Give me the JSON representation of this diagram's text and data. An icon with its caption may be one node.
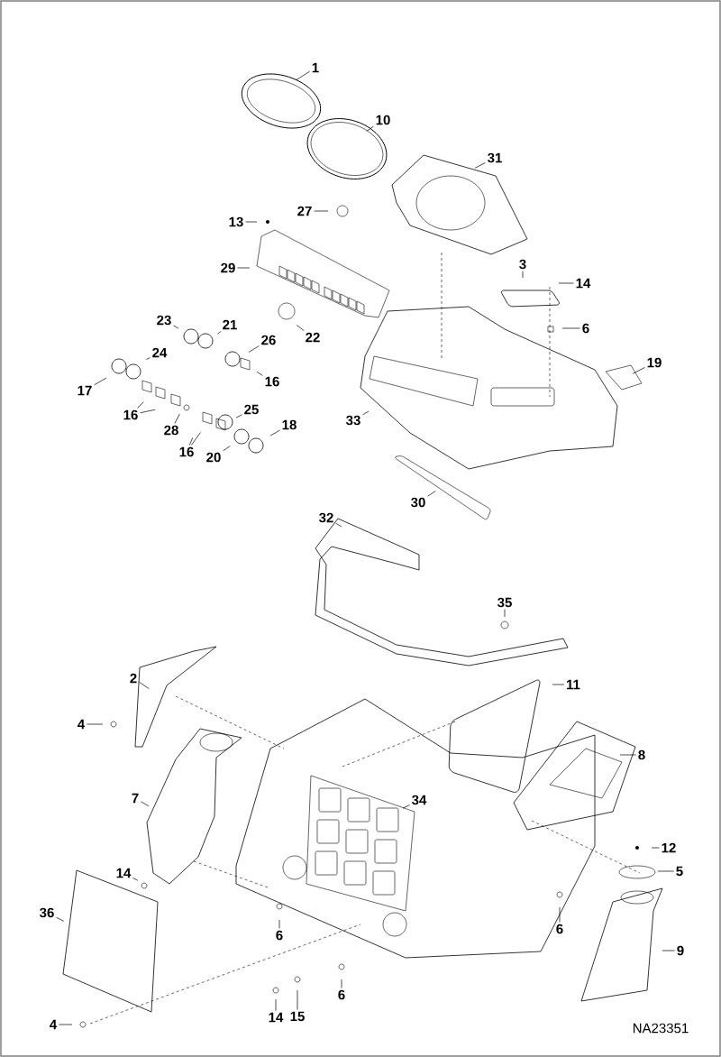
{
  "diagram": {
    "nodes": [
      {
        "text": [
          "1"
        ]
      },
      {
        "text": [
          "10"
        ]
      },
      {
        "text": [
          "31"
        ]
      },
      {
        "text": [
          "27"
        ]
      },
      {
        "text": [
          "13"
        ]
      },
      {
        "text": [
          "29"
        ]
      },
      {
        "text": [
          "3"
        ]
      },
      {
        "text": [
          "14"
        ]
      },
      {
        "text": [
          "6"
        ]
      },
      {
        "text": [
          "23"
        ]
      },
      {
        "text": [
          "21"
        ]
      },
      {
        "text": [
          "22"
        ]
      },
      {
        "text": [
          "26"
        ]
      },
      {
        "text": [
          "19"
        ]
      },
      {
        "text": [
          "24"
        ]
      },
      {
        "text": [
          "16"
        ]
      },
      {
        "text": [
          "17"
        ]
      },
      {
        "text": [
          "25"
        ]
      },
      {
        "text": [
          "16"
        ]
      },
      {
        "text": [
          "28"
        ]
      },
      {
        "text": [
          "33"
        ]
      },
      {
        "text": [
          "18"
        ]
      },
      {
        "text": [
          "16"
        ]
      },
      {
        "text": [
          "20"
        ]
      },
      {
        "text": [
          "30"
        ]
      },
      {
        "text": [
          "32"
        ]
      },
      {
        "text": [
          "35"
        ]
      },
      {
        "text": [
          "2"
        ]
      },
      {
        "text": [
          "11"
        ]
      },
      {
        "text": [
          "4"
        ]
      },
      {
        "text": [
          "8"
        ]
      },
      {
        "text": [
          "7"
        ]
      },
      {
        "text": [
          "34"
        ]
      },
      {
        "text": [
          "12"
        ]
      },
      {
        "text": [
          "14"
        ]
      },
      {
        "text": [
          "5"
        ]
      },
      {
        "text": [
          "36"
        ]
      },
      {
        "text": [
          "6"
        ]
      },
      {
        "text": [
          "6"
        ]
      },
      {
        "text": [
          "9"
        ]
      },
      {
        "text": [
          "6"
        ]
      },
      {
        "text": [
          "15"
        ]
      },
      {
        "text": [
          "14"
        ]
      },
      {
        "text": [
          "4"
        ]
      }
    ],
    "edges": [
      {
        "from": 0,
        "to": null,
        "arrow": "none"
      },
      {
        "from": 1,
        "to": null,
        "arrow": "none"
      },
      {
        "from": 2,
        "to": null,
        "arrow": "none"
      },
      {
        "from": 3,
        "to": null,
        "arrow": "none"
      },
      {
        "from": 4,
        "to": null,
        "arrow": "none"
      },
      {
        "from": 5,
        "to": null,
        "arrow": "none"
      },
      {
        "from": 6,
        "to": null,
        "arrow": "none"
      },
      {
        "from": 7,
        "to": null,
        "arrow": "none"
      },
      {
        "from": 8,
        "to": null,
        "arrow": "none"
      },
      {
        "from": 9,
        "to": null,
        "arrow": "none"
      },
      {
        "from": 10,
        "to": null,
        "arrow": "none"
      },
      {
        "from": 11,
        "to": null,
        "arrow": "none"
      },
      {
        "from": 12,
        "to": null,
        "arrow": "none"
      },
      {
        "from": 13,
        "to": null,
        "arrow": "none"
      },
      {
        "from": 14,
        "to": null,
        "arrow": "none"
      },
      {
        "from": 15,
        "to": null,
        "arrow": "none"
      },
      {
        "from": 16,
        "to": null,
        "arrow": "none"
      },
      {
        "from": 17,
        "to": null,
        "arrow": "none"
      },
      {
        "from": 18,
        "to": null,
        "arrow": "none"
      },
      {
        "from": 18,
        "to": null,
        "arrow": "none"
      },
      {
        "from": 19,
        "to": null,
        "arrow": "none"
      },
      {
        "from": 20,
        "to": null,
        "arrow": "none"
      },
      {
        "from": 21,
        "to": null,
        "arrow": "none"
      },
      {
        "from": 22,
        "to": null,
        "arrow": "none"
      },
      {
        "from": 22,
        "to": null,
        "arrow": "none"
      },
      {
        "from": 23,
        "to": null,
        "arrow": "none"
      },
      {
        "from": 24,
        "to": null,
        "arrow": "none"
      },
      {
        "from": 25,
        "to": null,
        "arrow": "none"
      },
      {
        "from": 26,
        "to": null,
        "arrow": "none"
      },
      {
        "from": 27,
        "to": null,
        "arrow": "none"
      },
      {
        "from": 28,
        "to": null,
        "arrow": "none"
      },
      {
        "from": 29,
        "to": null,
        "arrow": "none"
      },
      {
        "from": 30,
        "to": null,
        "arrow": "none"
      },
      {
        "from": 31,
        "to": null,
        "arrow": "none"
      },
      {
        "from": 32,
        "to": null,
        "arrow": "none"
      },
      {
        "from": 33,
        "to": null,
        "arrow": "none"
      },
      {
        "from": 34,
        "to": null,
        "arrow": "none"
      },
      {
        "from": 35,
        "to": null,
        "arrow": "none"
      },
      {
        "from": 36,
        "to": null,
        "arrow": "none"
      },
      {
        "from": 37,
        "to": null,
        "arrow": "none"
      },
      {
        "from": 38,
        "to": null,
        "arrow": "none"
      },
      {
        "from": 39,
        "to": null,
        "arrow": "none"
      },
      {
        "from": 40,
        "to": null,
        "arrow": "none"
      },
      {
        "from": 41,
        "to": null,
        "arrow": "none"
      },
      {
        "from": 42,
        "to": null,
        "arrow": "none"
      },
      {
        "from": 43,
        "to": null,
        "arrow": "none"
      }
    ],
    "labels": [
      "NA23351"
    ]
  }
}
